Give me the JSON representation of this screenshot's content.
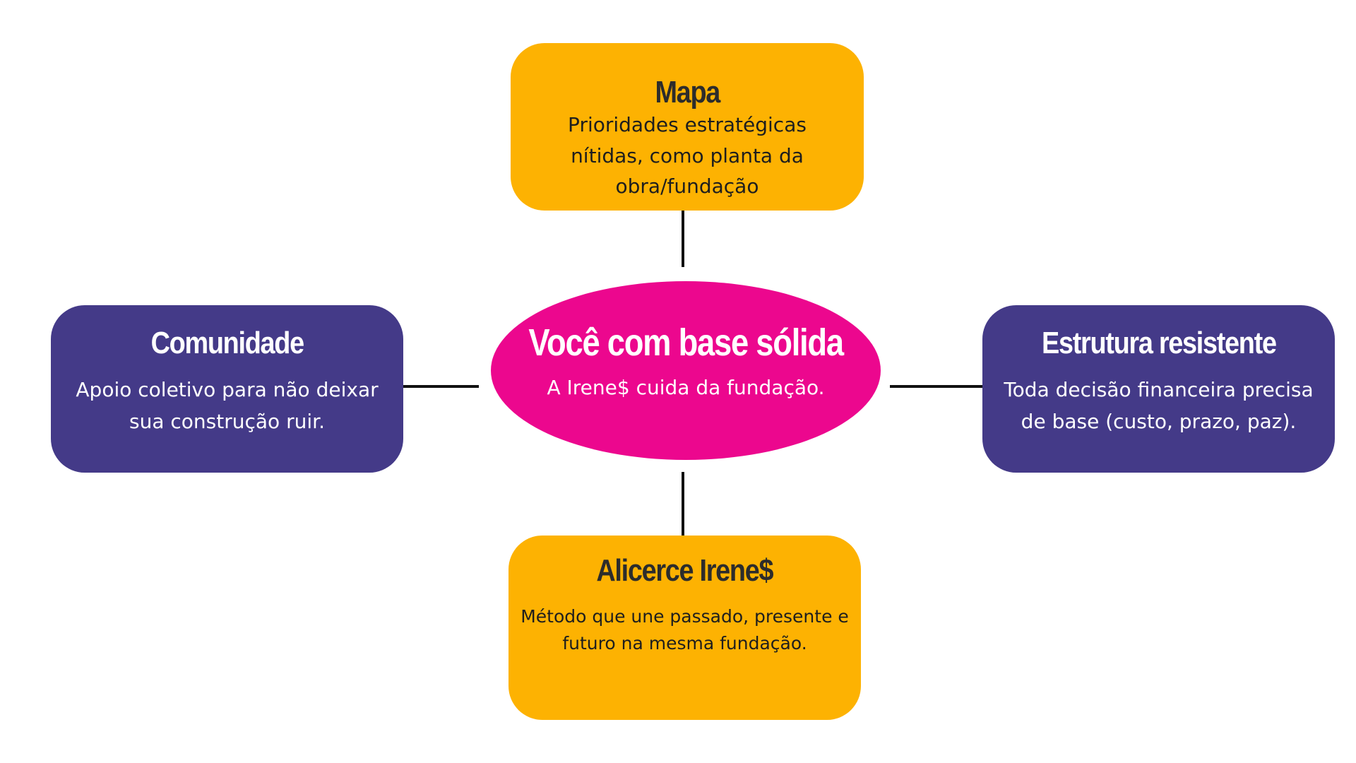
{
  "diagram": {
    "center": {
      "title": "Você com base sólida",
      "subtitle": "A Irene$ cuida da fundação."
    },
    "nodes": {
      "top": {
        "title": "Mapa",
        "description": "Prioridades estratégicas nítidas, como planta da obra/fundação"
      },
      "left": {
        "title": "Comunidade",
        "description": "Apoio coletivo para não deixar sua construção ruir."
      },
      "right": {
        "title": "Estrutura resistente",
        "description": "Toda decisão financeira precisa de base (custo, prazo, paz)."
      },
      "bottom": {
        "title": "Alicerce Irene$",
        "description": "Método que une passado, presente e futuro na mesma fundação."
      }
    }
  },
  "colors": {
    "center_fill": "#ec078e",
    "orange_fill": "#fdb202",
    "purple_fill": "#443a88",
    "connector": "#111111"
  }
}
